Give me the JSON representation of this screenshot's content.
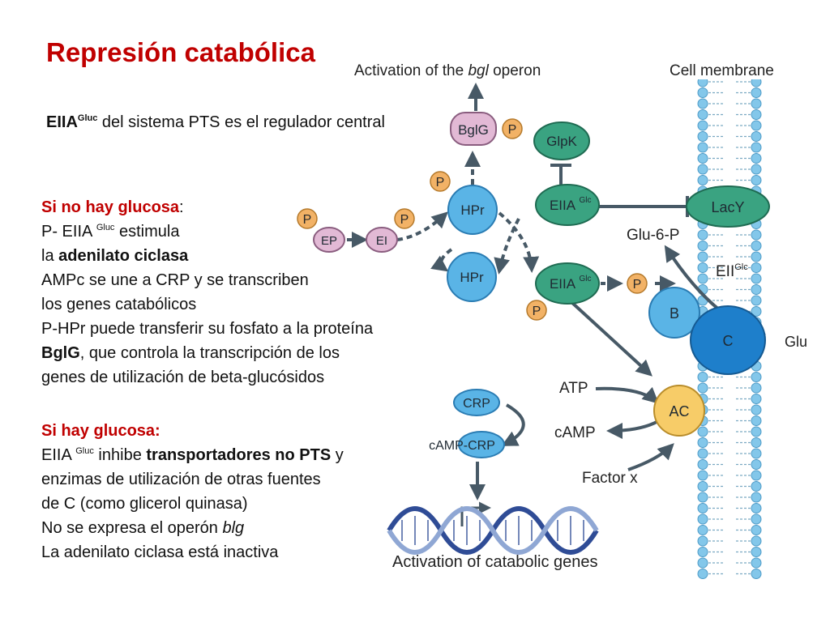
{
  "slide": {
    "title": "Represión catabólica",
    "intro": {
      "main": "EIIA",
      "sup": "Gluc",
      "rest": " del sistema PTS es el regulador central"
    },
    "no_glucose": {
      "heading": "Si no hay glucosa",
      "heading_colon": ":",
      "l1_a": "P- EIIA ",
      "l1_sup": "Gluc",
      "l1_b": " estimula",
      "l2_a": "la ",
      "l2_b": "adenilato ciclasa",
      "l3": "AMPc se une a CRP y se transcriben",
      "l4": "los genes catabólicos",
      "l5": "P-HPr puede transferir su fosfato a la proteína",
      "l6_a": "BglG",
      "l6_b": ", que controla la transcripción de los",
      "l7": "genes de utilización de beta-glucósidos"
    },
    "glucose": {
      "heading": "Si hay glucosa:",
      "l1_a": "EIIA ",
      "l1_sup": "Gluc",
      "l1_b": " inhibe ",
      "l1_c": "transportadores no PTS",
      "l1_d": " y",
      "l2": "enzimas de utilización de otras fuentes",
      "l3": "de C (como glicerol quinasa)",
      "l4_a": "No se expresa el operón ",
      "l4_b": "blg",
      "l5": "La adenilato ciclasa está inactiva"
    }
  },
  "diagram": {
    "labels": {
      "activation_bgl_a": "Activation of the ",
      "activation_bgl_b": "bgl",
      "activation_bgl_c": " operon",
      "cell_membrane": "Cell membrane",
      "glu6p": "Glu-6-P",
      "eii_main": "EII",
      "eii_sup": "Glc",
      "glu": "Glu",
      "atp": "ATP",
      "camp": "cAMP",
      "factor_x": "Factor x",
      "activation_catabolic": "Activation of catabolic genes"
    },
    "nodes": {
      "bglg": "BglG",
      "glpk": "GlpK",
      "hpr_top": "HPr",
      "hpr_bottom": "HPr",
      "eiia_top": "EIIA",
      "eiia_top_sup": "Glc",
      "eiia_bottom": "EIIA",
      "eiia_bottom_sup": "Glc",
      "lacy": "LacY",
      "b": "B",
      "c": "C",
      "ac": "AC",
      "crp": "CRP",
      "camp_crp": "cAMP-CRP",
      "ep": "EP",
      "ei": "EI",
      "p": "P"
    },
    "colors": {
      "title": "#c00000",
      "hpr": "#5ab4e6",
      "eiia": "#3aa381",
      "bglg": "#e2b9d5",
      "phospho": "#f2b266",
      "ac": "#f7cc68",
      "membrane": "#7fc4e8",
      "arrow": "#475966"
    }
  }
}
